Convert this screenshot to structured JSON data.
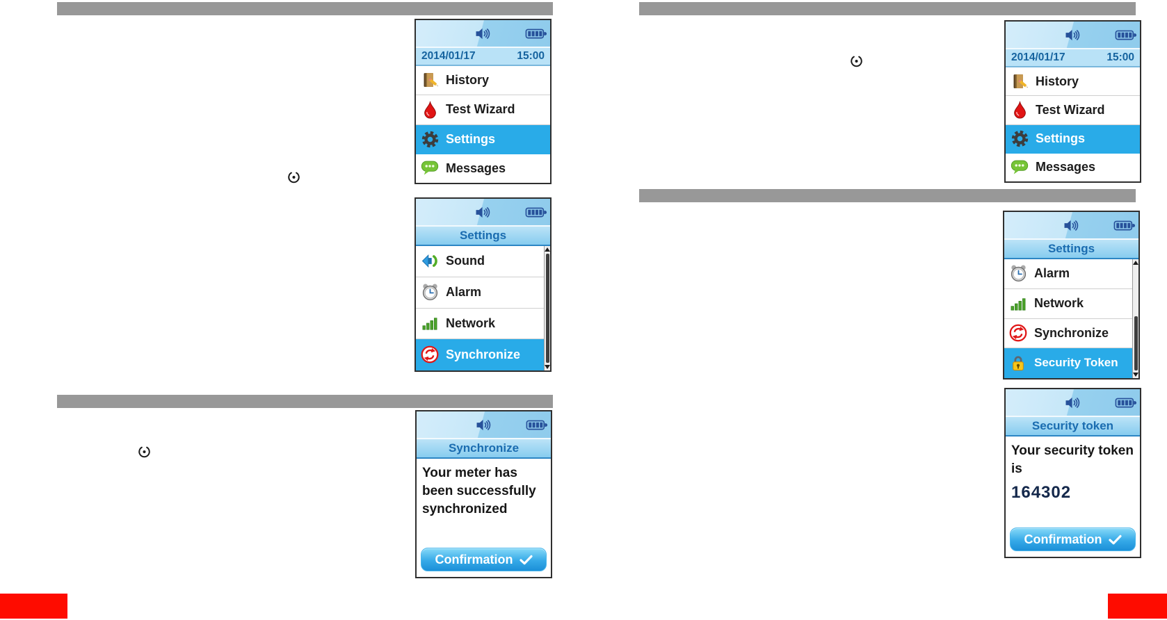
{
  "colors": {
    "selection_blue": "#29abe8",
    "section_bar_gray": "#989898",
    "page_marker_red": "#fe0c00"
  },
  "status_bar": {
    "date": "2014/01/17",
    "time": "15:00"
  },
  "left_column": {
    "main_menu_screen": {
      "items": [
        {
          "icon": "history-icon",
          "label": "History",
          "selected": false
        },
        {
          "icon": "blood-drop-icon",
          "label": "Test Wizard",
          "selected": false
        },
        {
          "icon": "gear-icon",
          "label": "Settings",
          "selected": true
        },
        {
          "icon": "messages-icon",
          "label": "Messages",
          "selected": false
        }
      ]
    },
    "settings_screen": {
      "title": "Settings",
      "items": [
        {
          "icon": "megaphone-icon",
          "label": "Sound",
          "selected": false
        },
        {
          "icon": "alarm-clock-icon",
          "label": "Alarm",
          "selected": false
        },
        {
          "icon": "signal-bars-icon",
          "label": "Network",
          "selected": false
        },
        {
          "icon": "sync-arrows-icon",
          "label": "Synchronize",
          "selected": true
        }
      ]
    },
    "synchronize_screen": {
      "title": "Synchronize",
      "message": "Your meter has been successfully synchronized",
      "button_label": "Confirmation"
    }
  },
  "right_column": {
    "main_menu_screen": {
      "items": [
        {
          "icon": "history-icon",
          "label": "History",
          "selected": false
        },
        {
          "icon": "blood-drop-icon",
          "label": "Test Wizard",
          "selected": false
        },
        {
          "icon": "gear-icon",
          "label": "Settings",
          "selected": true
        },
        {
          "icon": "messages-icon",
          "label": "Messages",
          "selected": false
        }
      ]
    },
    "settings_screen": {
      "title": "Settings",
      "items": [
        {
          "icon": "alarm-clock-icon",
          "label": "Alarm",
          "selected": false
        },
        {
          "icon": "signal-bars-icon",
          "label": "Network",
          "selected": false
        },
        {
          "icon": "sync-arrows-icon",
          "label": "Synchronize",
          "selected": false
        },
        {
          "icon": "padlock-icon",
          "label": "Security Token",
          "selected": true
        }
      ]
    },
    "security_token_screen": {
      "title": "Security token",
      "message": "Your security token is",
      "token": "164302",
      "button_label": "Confirmation"
    }
  }
}
